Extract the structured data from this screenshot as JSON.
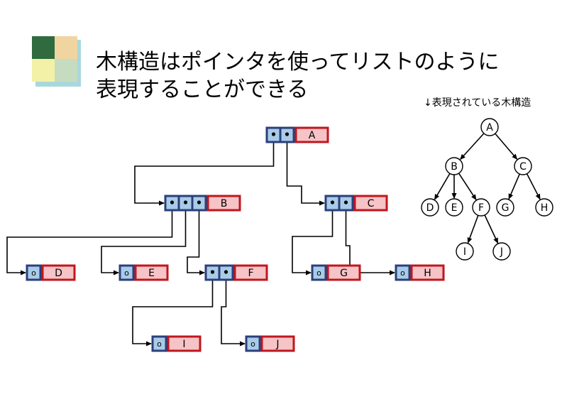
{
  "slide": {
    "title_line1": "木構造はポインタを使ってリストのように",
    "title_line2": "表現することができる",
    "caption": "↓表現されている木構造"
  },
  "colors": {
    "pointer_cell_fill": "#a8cce8",
    "pointer_cell_border": "#2c3f7a",
    "label_cell_fill": "#f6c3c6",
    "label_cell_border": "#c0161e",
    "deco": [
      "#2f6b3e",
      "#f0d5a0",
      "#f3f1a8",
      "#c6dcc0",
      "#a8d8dc"
    ]
  },
  "list_nodes": [
    {
      "label": "A",
      "pointers": 2,
      "null_marker": ""
    },
    {
      "label": "B",
      "pointers": 3,
      "null_marker": ""
    },
    {
      "label": "C",
      "pointers": 2,
      "null_marker": ""
    },
    {
      "label": "D",
      "pointers": 1,
      "null_marker": "o"
    },
    {
      "label": "E",
      "pointers": 1,
      "null_marker": "o"
    },
    {
      "label": "F",
      "pointers": 2,
      "null_marker": ""
    },
    {
      "label": "G",
      "pointers": 1,
      "null_marker": "o"
    },
    {
      "label": "H",
      "pointers": 1,
      "null_marker": "o"
    },
    {
      "label": "I",
      "pointers": 1,
      "null_marker": "o"
    },
    {
      "label": "J",
      "pointers": 1,
      "null_marker": "o"
    }
  ],
  "tree": {
    "nodes": [
      "A",
      "B",
      "C",
      "D",
      "E",
      "F",
      "G",
      "H",
      "I",
      "J"
    ],
    "edges": [
      [
        "A",
        "B"
      ],
      [
        "A",
        "C"
      ],
      [
        "B",
        "D"
      ],
      [
        "B",
        "E"
      ],
      [
        "B",
        "F"
      ],
      [
        "C",
        "G"
      ],
      [
        "C",
        "H"
      ],
      [
        "F",
        "I"
      ],
      [
        "F",
        "J"
      ]
    ]
  }
}
